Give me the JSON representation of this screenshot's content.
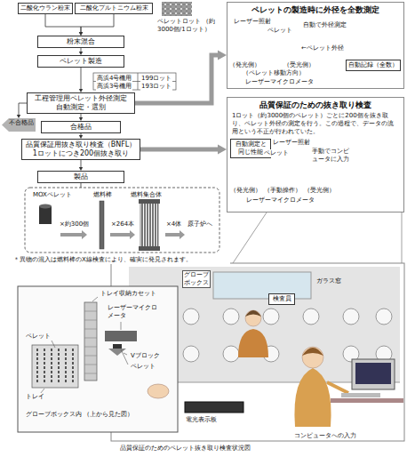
{
  "diagram": {
    "caption": "品質保証のためのペレット抜き取り検査状況図",
    "nodes": [
      {
        "text": [
          "二酸化ウラン粉末"
        ]
      },
      {
        "text": [
          "二酸化プルトニウム粉末"
        ]
      },
      {
        "text": [
          "粉末混合"
        ]
      },
      {
        "text": [
          "ペレット製造"
        ]
      },
      {
        "text": [
          "工程管理用ペレット外径測定",
          "自動測定・選別"
        ]
      },
      {
        "text": [
          "不合格品"
        ]
      },
      {
        "text": [
          "合格品"
        ]
      },
      {
        "text": [
          "品質保証用抜き取り検査（BNFL）",
          "1ロットにつき200個抜き取り"
        ]
      },
      {
        "text": [
          "製品"
        ]
      },
      {
        "text": [
          "ペレットの製造時に外径を全数測定"
        ]
      },
      {
        "text": [
          "品質保証のための抜き取り検査",
          "1ロット（約3000個のペレット）ごとに200個を抜き取り、ペレット外径の測定を行う。この過程で、データの流用という不正が行われていた。"
        ]
      },
      {
        "text": [
          "自動記録（全数）"
        ],
        "in": 9
      },
      {
        "text": [
          "自動測定と同じ性能"
        ],
        "in": 10
      },
      {
        "text": [
          "検査員"
        ]
      }
    ],
    "edges": [
      {
        "from": 0,
        "to": 2,
        "arrow": "to"
      },
      {
        "from": 1,
        "to": 2,
        "arrow": "to"
      },
      {
        "from": 2,
        "to": 3,
        "arrow": "to"
      },
      {
        "from": 3,
        "to": 4,
        "arrow": "to"
      },
      {
        "from": 4,
        "to": 5,
        "arrow": "to"
      },
      {
        "from": 4,
        "to": 6,
        "arrow": "to"
      },
      {
        "from": 6,
        "to": 7,
        "arrow": "to"
      },
      {
        "from": 7,
        "to": 8,
        "arrow": "to"
      },
      {
        "from": 4,
        "to": 9,
        "arrow": "to"
      },
      {
        "from": 7,
        "to": 10,
        "arrow": "to"
      }
    ],
    "labels": [
      "ペレットロット （約3000個/1ロット）",
      "高浜4号機用",
      "199ロット",
      "高浜3号機用",
      "193ロット",
      "MOXペレット",
      "燃料棒",
      "燃料集合体",
      "×約300個",
      "×264本",
      "×4体",
      "原子炉へ",
      "＊異物の混入は燃料棒のX線検査により、確実に発見されます。",
      "レーザー照射",
      "ペレット",
      "自動で外径測定",
      "（発光側）",
      "（ペレット移動方向）",
      "（受光側）",
      "レーザーマイクロメータ",
      "←ペレット外径",
      "レーザー照射",
      "ペレット",
      "（発光側）",
      "（手動操作）",
      "（受光側）",
      "レーザーマイクロメータ",
      "手動でコンピュータに入力",
      "グローブボックス",
      "ガラス窓",
      "トレイ収納カセット",
      "レーザーマイクロメータ",
      "ペレット",
      "Vブロック",
      "ペレット",
      "トレイ",
      "グローブボックス内 （上から見た図）",
      "電光表示板",
      "コンピュータへの入力"
    ]
  }
}
